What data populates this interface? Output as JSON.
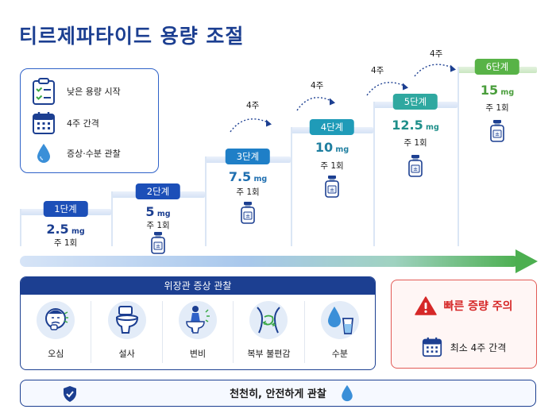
{
  "title": "티르제파타이드 용량 조절",
  "legend": {
    "items": [
      {
        "icon": "checklist-icon",
        "label": "낮은 용량 시작"
      },
      {
        "icon": "calendar-icon",
        "label": "4주 간격"
      },
      {
        "icon": "water-drop-icon",
        "label": "증상·수분 관찰"
      }
    ]
  },
  "steps": [
    {
      "label": "1단계",
      "dose": "2.5",
      "unit": "mg",
      "freq": "주 1회",
      "color": "#1c4fb8",
      "dose_color": "#1c3f91"
    },
    {
      "label": "2단계",
      "dose": "5",
      "unit": "mg",
      "freq": "주 1회",
      "color": "#1c4fb8",
      "dose_color": "#1c3f91"
    },
    {
      "label": "3단계",
      "dose": "7.5",
      "unit": "mg",
      "freq": "주 1회",
      "color": "#1f7fc7",
      "dose_color": "#1f6fb0"
    },
    {
      "label": "4단계",
      "dose": "10",
      "unit": "mg",
      "freq": "주 1회",
      "color": "#1f9bb8",
      "dose_color": "#1f7fa0"
    },
    {
      "label": "5단계",
      "dose": "12.5",
      "unit": "mg",
      "freq": "주 1회",
      "color": "#2fa8a0",
      "dose_color": "#1f8f8a"
    },
    {
      "label": "6단계",
      "dose": "15",
      "unit": "mg",
      "freq": "주 1회",
      "color": "#58b347",
      "dose_color": "#4a9e3c"
    }
  ],
  "interval_label": "4주",
  "gi": {
    "title": "위장관 증상 관찰",
    "items": [
      {
        "icon": "nausea-icon",
        "label": "오심"
      },
      {
        "icon": "toilet-icon",
        "label": "설사"
      },
      {
        "icon": "constipation-icon",
        "label": "변비"
      },
      {
        "icon": "abdominal-discomfort-icon",
        "label": "복부 불편감"
      },
      {
        "icon": "hydration-icon",
        "label": "수분"
      }
    ]
  },
  "warning": {
    "title": "빠른 증량 주의",
    "detail": "최소 4주 간격"
  },
  "footer": {
    "text": "천천히, 안전하게 관찰"
  },
  "colors": {
    "primary": "#1c3f91",
    "accent_blue": "#2f62c8",
    "green": "#58b347",
    "danger": "#d62828"
  }
}
